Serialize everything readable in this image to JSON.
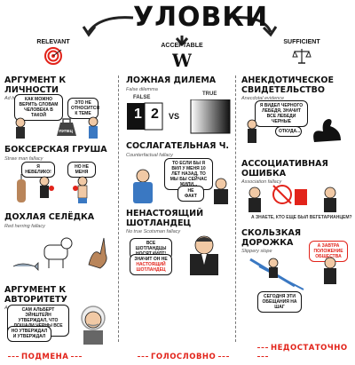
{
  "title": "УЛОВКИ",
  "columns": [
    {
      "header": "RELEVANT",
      "footer": "ПОДМЕНА"
    },
    {
      "header": "ACCEPTABLE",
      "footer": "ГОЛОСЛОВНО"
    },
    {
      "header": "SUFFICIENT",
      "footer": "НЕДОСТАТОЧНО"
    }
  ],
  "sections": {
    "ad_hominem": {
      "title": "АРГУМЕНТ К ЛИЧНОСТИ",
      "subtitle": "Ad hominem",
      "bubble1": "КАК МОЖНО ВЕРИТЬ СЛОВАМ ЧЕЛОВЕКА В ТАКОЙ",
      "bubble2": "ЭТО НЕ ОТНОСИТСЯ К ТЕМЕ",
      "weight": "ГЛУПЕЦ"
    },
    "straw_man": {
      "title": "БОКСЕРСКАЯ ГРУША",
      "subtitle": "Straw man fallacy",
      "bubble1": "Я НЕВЕЛИКО!",
      "bubble2": "НО НЕ МЕНЯ"
    },
    "red_herring": {
      "title": "ДОХЛАЯ СЕЛЁДКА",
      "subtitle": "Red herring fallacy"
    },
    "authority": {
      "title": "АРГУМЕНТ К АВТОРИТЕТУ",
      "subtitle": "Argumentum ad verecundiam",
      "bubble1": "САМ АЛЬБЕРТ ЭЙНШТЕЙН УТВЕРЖДАЛ, ЧТО ЛОШАДИ ЧЕРНЫ ВСЕ ДНИ!",
      "bubble2": "НО УТВЕРЖДАЛ И УТВЕРЖДАЛ"
    },
    "false_dilemma": {
      "title": "ЛОЖНАЯ ДИЛЕМА",
      "subtitle": "False dilemma",
      "false": "FALSE",
      "true": "TRUE",
      "vs": "VS",
      "one": "1",
      "two": "2"
    },
    "counterfactual": {
      "title": "СОСЛАГАТЕЛЬНАЯ Ч.",
      "subtitle": "Counterfactual fallacy",
      "bubble1": "ТО ЕСЛИ БЫ Я ВИЛ У МЕНЯ 10 ЛЕТ НАЗАД, ТО МЫ БЫ СЕЙЧАС ЖИЛИ...",
      "bubble2": "НЕ ФАКТ"
    },
    "scotsman": {
      "title": "НЕНАСТОЯЩИЙ ШОТЛАНДЕЦ",
      "subtitle": "No true Scotsman fallacy",
      "bubble1": "ВСЕ ШОТЛАНДЦЫ НОСЯТ КИЛТ!",
      "bubble2": "ЗНАЧИТ ОН НЕ",
      "bubble3": "НАСТОЯЩИЙ ШОТЛАНДЕЦ"
    },
    "anecdotal": {
      "title": "АНЕКДОТИЧЕСКОЕ СВИДЕТЕЛЬСТВО",
      "subtitle": "Anecdotal evidence",
      "bubble1": "Я ВИДЕЛ ЧЕРНОГО ЛЕБЕДЯ, ЗНАЧИТ ВСЕ ЛЕБЕДИ ЧЕРНЫЕ",
      "bubble2": "ОТКУДА..."
    },
    "association": {
      "title": "АССОЦИАТИВНАЯ ОШИБКА",
      "subtitle": "Association fallacy",
      "note": "А ЗНАЕТЕ, КТО ЕЩЕ БЫЛ ВЕГЕТАРИАНЦЕМ?"
    },
    "slippery": {
      "title": "СКОЛЬЗКАЯ ДОРОЖКА",
      "subtitle": "Slippery slope",
      "bubble1": "А ЗАВТРА ПОЛОЖЕНИЕ ОБЩЕСТВА",
      "bubble2": "СЕГОДНЯ ЭТИ ОБЕЩАНИЯ НА ШАГ"
    }
  },
  "colors": {
    "accent": "#e2231a",
    "ink": "#111111"
  }
}
